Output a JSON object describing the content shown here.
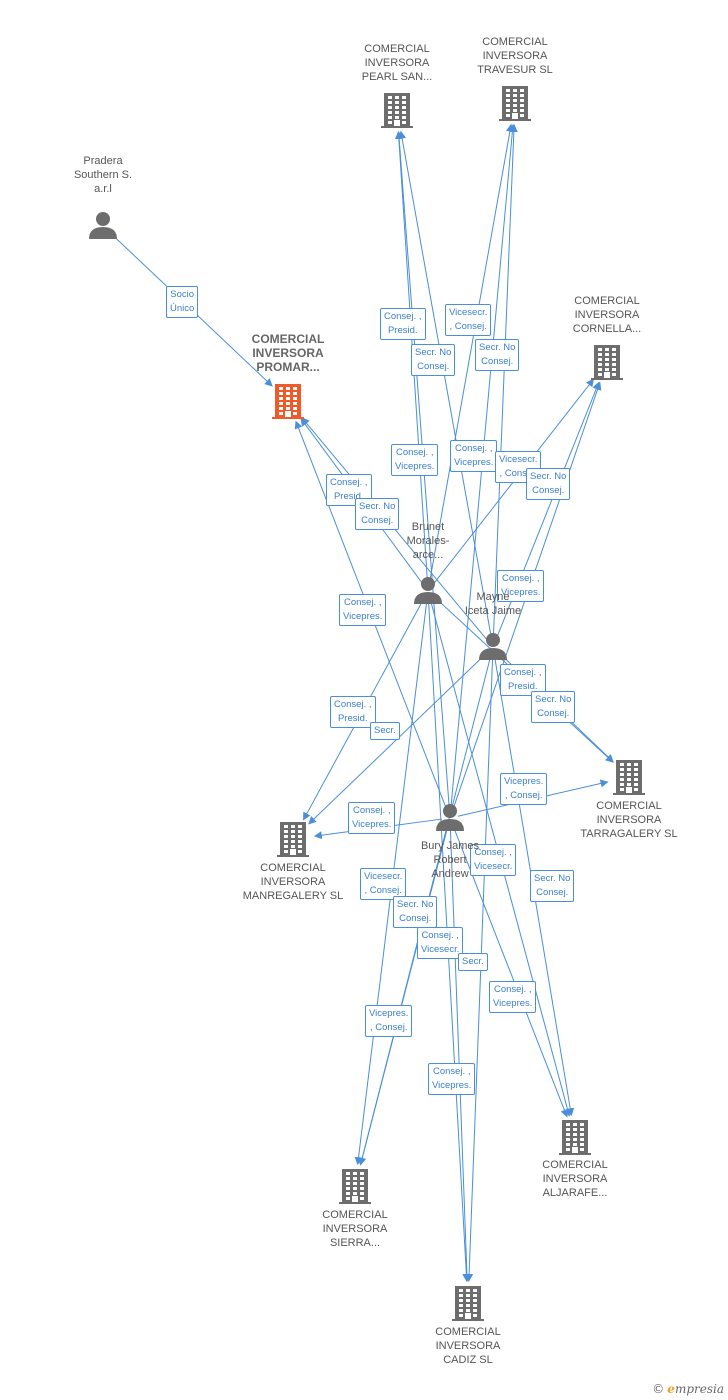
{
  "colors": {
    "edge": "#4a8fd8",
    "company": "#6d6d6d",
    "focus_company": "#f05a28",
    "person": "#6d6d6d"
  },
  "nodes": [
    {
      "id": "pearl",
      "type": "company",
      "label": "COMERCIAL\nINVERSORA\nPEARL SAN..."
    },
    {
      "id": "travesur",
      "type": "company",
      "label": "COMERCIAL\nINVERSORA\nTRAVESUR SL"
    },
    {
      "id": "pradera",
      "type": "person",
      "label": "Pradera\nSouthern S.\na.r.l"
    },
    {
      "id": "promar",
      "type": "company",
      "focus": true,
      "label": "COMERCIAL\nINVERSORA\nPROMAR..."
    },
    {
      "id": "cornella",
      "type": "company",
      "label": "COMERCIAL\nINVERSORA\nCORNELLA..."
    },
    {
      "id": "brunet",
      "type": "person",
      "label": "Brunet\nMorales-\narce..."
    },
    {
      "id": "mayne",
      "type": "person",
      "label": "Mayne\nIceta Jaime"
    },
    {
      "id": "tarragalery",
      "type": "company",
      "label": "COMERCIAL\nINVERSORA\nTARRAGALERY SL"
    },
    {
      "id": "manregalery",
      "type": "company",
      "label": "COMERCIAL\nINVERSORA\nMANREGALERY SL"
    },
    {
      "id": "bury",
      "type": "person",
      "label": "Bury James\nRobert\nAndrew"
    },
    {
      "id": "aljarafe",
      "type": "company",
      "label": "COMERCIAL\nINVERSORA\nALJARAFE..."
    },
    {
      "id": "sierra",
      "type": "company",
      "label": "COMERCIAL\nINVERSORA\nSIERRA..."
    },
    {
      "id": "cadiz",
      "type": "company",
      "label": "COMERCIAL\nINVERSORA\nCADIZ SL"
    }
  ],
  "edges": [
    {
      "from": "pradera",
      "to": "promar",
      "label": "Socio\nÚnico"
    },
    {
      "from": "brunet",
      "to": "pearl",
      "label": "Consej. ,\nPresid."
    },
    {
      "from": "brunet",
      "to": "travesur",
      "label": "Vicesecr.\n, Consej."
    },
    {
      "from": "mayne",
      "to": "pearl",
      "label": "Secr. No\nConsej."
    },
    {
      "from": "mayne",
      "to": "travesur",
      "label": "Secr. No\nConsej."
    },
    {
      "from": "bury",
      "to": "pearl",
      "label": "Consej. ,\nVicepres."
    },
    {
      "from": "bury",
      "to": "travesur",
      "label": "Consej. ,\nVicepres."
    },
    {
      "from": "brunet",
      "to": "cornella",
      "label": "Vicesecr.\n, Consej."
    },
    {
      "from": "mayne",
      "to": "cornella",
      "label": "Secr. No\nConsej."
    },
    {
      "from": "bury",
      "to": "cornella",
      "label": "Consej. ,\nVicepres."
    },
    {
      "from": "brunet",
      "to": "promar",
      "label": "Consej. ,\nPresid."
    },
    {
      "from": "mayne",
      "to": "promar",
      "label": "Secr. No\nConsej."
    },
    {
      "from": "bury",
      "to": "promar",
      "label": "Consej. ,\nVicepres."
    },
    {
      "from": "brunet",
      "to": "tarragalery",
      "label": "Consej. ,\nPresid."
    },
    {
      "from": "mayne",
      "to": "tarragalery",
      "label": "Secr. No\nConsej."
    },
    {
      "from": "bury",
      "to": "tarragalery",
      "label": "Vicepres.\n, Consej."
    },
    {
      "from": "brunet",
      "to": "manregalery",
      "label": "Consej. ,\nPresid."
    },
    {
      "from": "mayne",
      "to": "manregalery",
      "label": "Secr."
    },
    {
      "from": "bury",
      "to": "manregalery",
      "label": "Consej. ,\nVicepres."
    },
    {
      "from": "brunet",
      "to": "aljarafe",
      "label": "Consej. ,\nVicesecr."
    },
    {
      "from": "mayne",
      "to": "aljarafe",
      "label": "Secr. No\nConsej."
    },
    {
      "from": "bury",
      "to": "aljarafe",
      "label": "Consej. ,\nVicepres."
    },
    {
      "from": "brunet",
      "to": "sierra",
      "label": "Vicesecr.\n, Consej."
    },
    {
      "from": "mayne",
      "to": "sierra",
      "label": "Secr. No\nConsej."
    },
    {
      "from": "bury",
      "to": "sierra",
      "label": "Vicepres.\n, Consej."
    },
    {
      "from": "brunet",
      "to": "cadiz",
      "label": "Consej. ,\nVicesecr."
    },
    {
      "from": "mayne",
      "to": "cadiz",
      "label": "Secr."
    },
    {
      "from": "bury",
      "to": "cadiz",
      "label": "Consej. ,\nVicepres."
    }
  ],
  "footer": {
    "copyright": "©",
    "brand_initial": "e",
    "brand_rest": "mpresia"
  }
}
